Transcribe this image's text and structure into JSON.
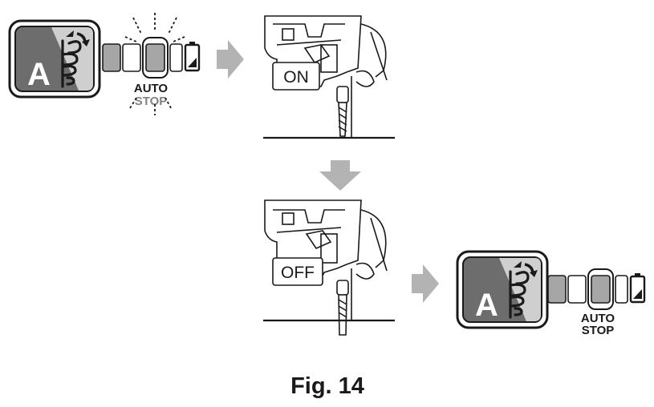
{
  "panel_top_left": {
    "mode_letter": "A",
    "auto_stop_line1": "AUTO",
    "auto_stop_line2": "STOP"
  },
  "panel_bottom_right": {
    "mode_letter": "A",
    "auto_stop_line1": "AUTO",
    "auto_stop_line2": "STOP"
  },
  "drill_top": {
    "switch_label": "ON"
  },
  "drill_bottom": {
    "switch_label": "OFF"
  },
  "figure_caption": "Fig. 14",
  "icons": {
    "flow_arrow": "right-arrow-icon",
    "down_arrow": "down-arrow-icon",
    "drill_mode": "rotation-drill-icon",
    "battery": "battery-icon"
  },
  "colors": {
    "arrow_gray": "#b3b3b3",
    "panel_dark": "#6d6d6d",
    "panel_light": "#c8c8c8",
    "indicator_gray": "#a6a6a6"
  }
}
